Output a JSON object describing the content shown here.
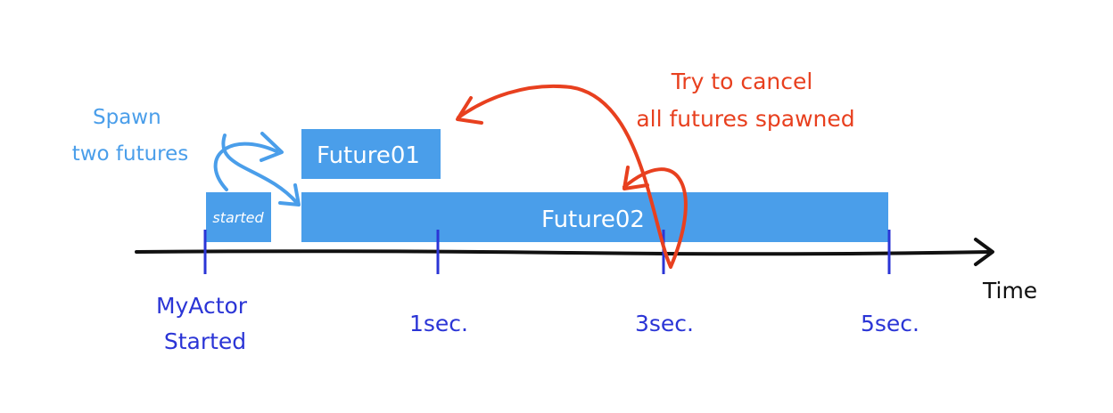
{
  "colors": {
    "block": "#4a9eea",
    "axis": "#111111",
    "tick": "#2b35d6",
    "note_blue": "#4a9eea",
    "note_red": "#e8401f"
  },
  "axis": {
    "label": "Time"
  },
  "ticks": [
    {
      "id": "start",
      "lines": [
        "MyActor",
        "Started"
      ]
    },
    {
      "id": "t1",
      "lines": [
        "1sec."
      ]
    },
    {
      "id": "t3",
      "lines": [
        "3sec."
      ]
    },
    {
      "id": "t5",
      "lines": [
        "5sec."
      ]
    }
  ],
  "blocks": {
    "started": "started",
    "future01": "Future01",
    "future02": "Future02"
  },
  "annotations": {
    "spawn": [
      "Spawn",
      "two futures"
    ],
    "cancel": [
      "Try to cancel",
      "all futures spawned"
    ]
  }
}
